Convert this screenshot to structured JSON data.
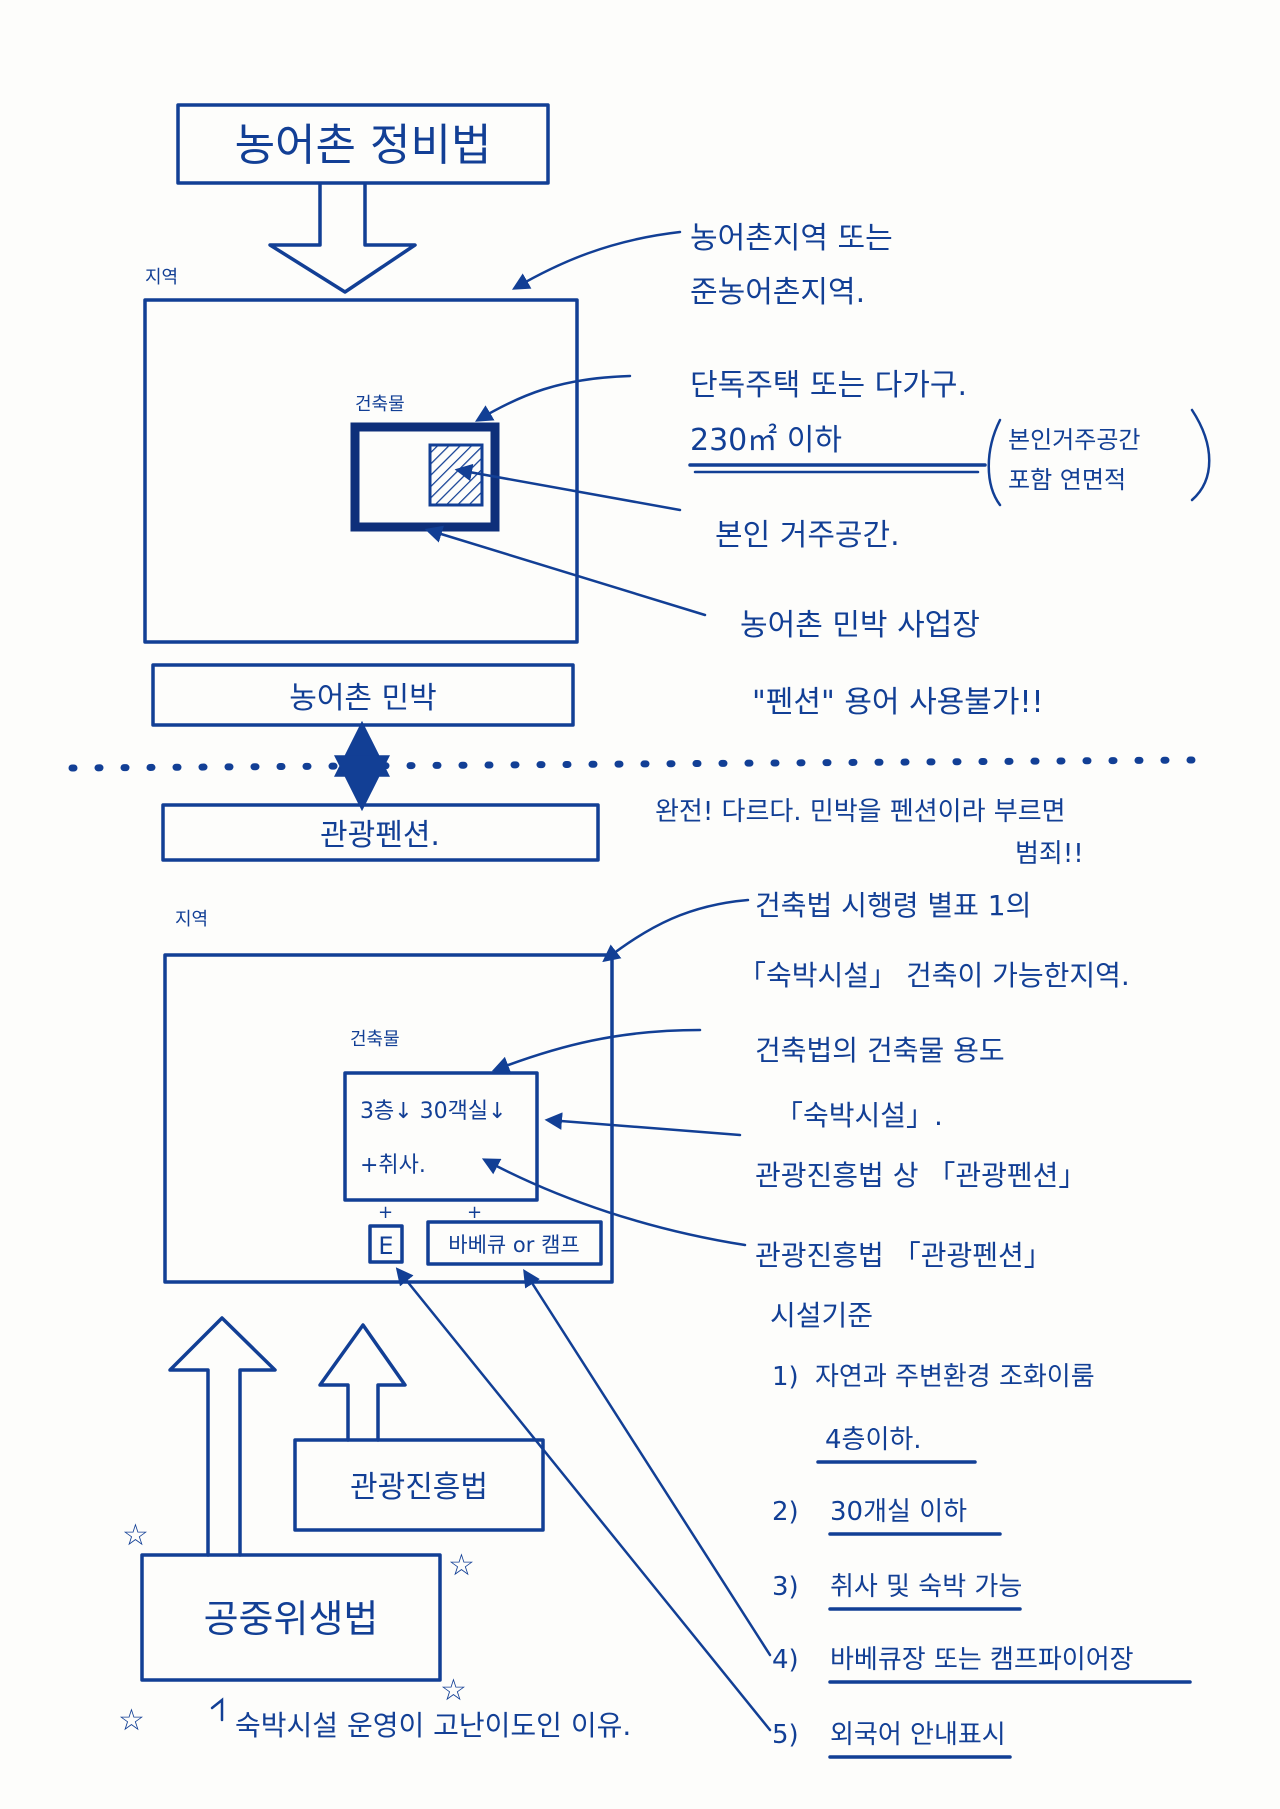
{
  "top": {
    "law_title": "농어촌 정비법",
    "region_label": "지역",
    "building_label": "건축물",
    "bottom_bar": "농어촌 민박"
  },
  "top_notes": {
    "region_line1": "농어촌지역 또는",
    "region_line2": "준농어촌지역.",
    "building_line1": "단독주택 또는 다가구.",
    "building_line2": "230㎡ 이하",
    "building_paren1": "본인거주공간",
    "building_paren2": "포함 연면적",
    "living_space": "본인 거주공간.",
    "biz_line1": "농어촌 민박 사업장",
    "biz_line2": "\"펜션\" 용어 사용불가!!"
  },
  "middle": {
    "pension_bar": "관광펜션.",
    "note_line1": "완전! 다르다. 민박을 펜션이라 부르면",
    "note_line2": "범죄!!"
  },
  "bottom": {
    "region_label": "지역",
    "building_label": "건축물",
    "building_line1": "3층↓ 30객실↓",
    "building_line2": "+취사.",
    "e_box": "E",
    "bbq_box": "바베큐 or 캠프",
    "plus1": "+",
    "plus2": "+",
    "law_tourism": "관광진흥법",
    "law_hygiene": "공중위생법",
    "footnote": "숙박시설 운영이 고난이도인 이유."
  },
  "bottom_notes": {
    "region_line1": "건축법 시행령 별표 1의",
    "region_line2": "「숙박시설」 건축이 가능한지역.",
    "use_line1": "건축법의 건축물 용도",
    "use_line2": "「숙박시설」.",
    "use_line3": "관광진흥법 상 「관광펜션」",
    "criteria_line1": "관광진흥법 「관광펜션」",
    "criteria_line2": "시설기준",
    "criteria": [
      {
        "num": "1)",
        "text": "자연과 주변환경 조화이룸"
      },
      {
        "num": "",
        "text": "4층이하."
      },
      {
        "num": "2)",
        "text": "30개실 이하"
      },
      {
        "num": "3)",
        "text": "취사 및 숙박 가능"
      },
      {
        "num": "4)",
        "text": "바베큐장 또는 캠프파이어장"
      },
      {
        "num": "5)",
        "text": "외국어 안내표시"
      }
    ]
  }
}
